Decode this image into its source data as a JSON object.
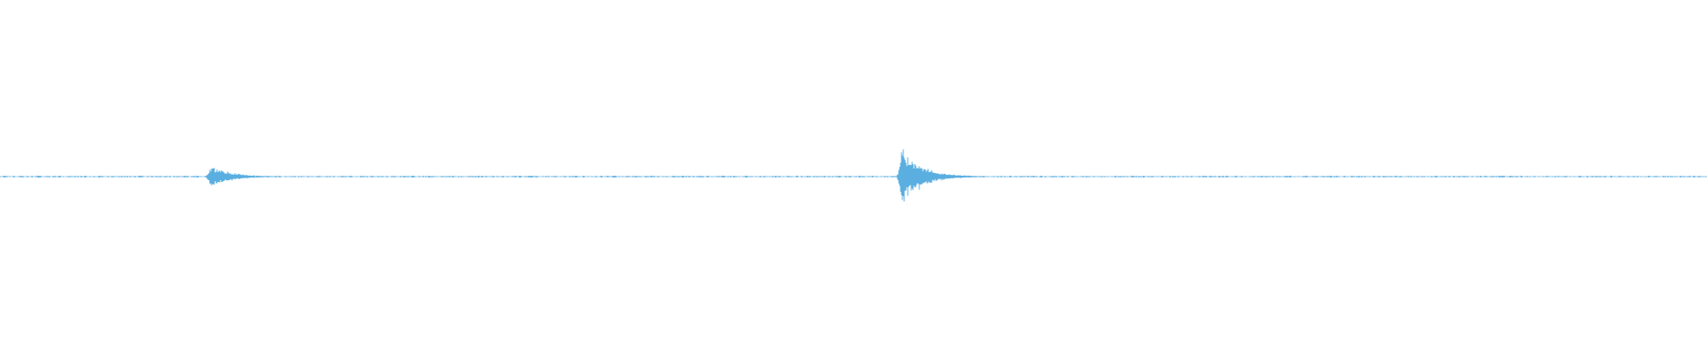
{
  "waveform": {
    "color": "#5aaee0",
    "bursts": [
      {
        "position": 0.123,
        "amplitude": 0.06
      },
      {
        "position": 0.528,
        "amplitude": 0.15
      }
    ],
    "baseline_level": 0.3
  }
}
